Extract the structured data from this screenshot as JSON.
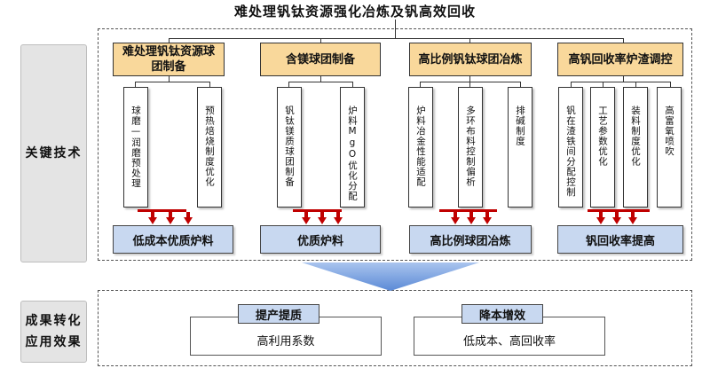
{
  "title": "难处理钒钛资源强化冶炼及钒高效回收",
  "sections": {
    "tech_label": "关键技术",
    "result_label_line1": "成果转化",
    "result_label_line2": "应用效果"
  },
  "columns": [
    {
      "header": "难处理钒钛资源球团制备",
      "subs": [
        "球磨—润磨预处理",
        "预热焙烧制度优化"
      ],
      "outcome": "低成本优质炉料"
    },
    {
      "header": "含镁球团制备",
      "subs": [
        "钒钛镁质球团制备",
        "炉料MgO优化分配"
      ],
      "outcome": "优质炉料"
    },
    {
      "header": "高比例钒钛球团冶炼",
      "subs": [
        "炉料冶金性能适配",
        "多环布料控制偏析",
        "排碱制度"
      ],
      "outcome": "高比例球团冶炼"
    },
    {
      "header": "高钒回收率炉渣调控",
      "subs": [
        "钒在渣铁间分配控制",
        "工艺参数优化",
        "装料制度优化",
        "高富氧喷吹"
      ],
      "outcome": "钒回收率提高"
    }
  ],
  "results": [
    {
      "tag": "提产提质",
      "text": "高利用系数"
    },
    {
      "tag": "降本增效",
      "text": "低成本、高回收率"
    }
  ]
}
